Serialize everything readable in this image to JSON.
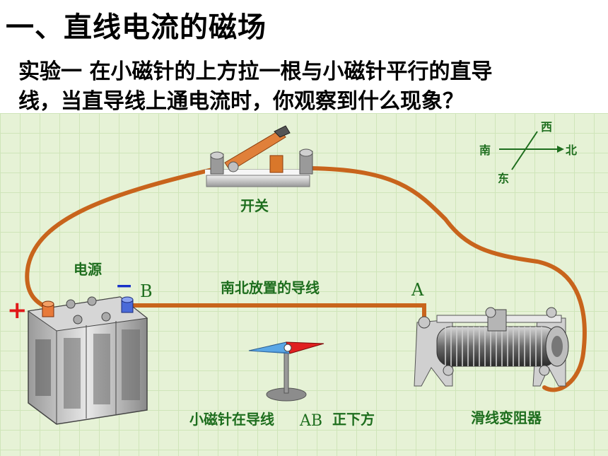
{
  "title": "一、直线电流的磁场",
  "question": {
    "line1": "实验一 在小磁针的上方拉一根与小磁针平行的直导",
    "line2": "线，当直导线上通电流时，你观察到什么现象？"
  },
  "labels": {
    "switch": "开关",
    "power": "电源",
    "wire": "南北放置的导线",
    "needle": "小磁针在导线AB正下方",
    "needle_prefix": "小磁针在导线",
    "needle_ab": "AB",
    "needle_suffix": "正下方",
    "rheostat": "滑线变阻器",
    "point_a": "A",
    "point_b": "B",
    "plus": "+",
    "minus": "−"
  },
  "compass": {
    "west": "西",
    "south": "南",
    "north": "北",
    "east": "东"
  },
  "colors": {
    "wire": "#c8641c",
    "label_green": "#1e6e1e",
    "plus_red": "#e01818",
    "minus_blue": "#1830c8",
    "needle_blue": "#5aa7e6",
    "needle_red": "#e02020"
  }
}
